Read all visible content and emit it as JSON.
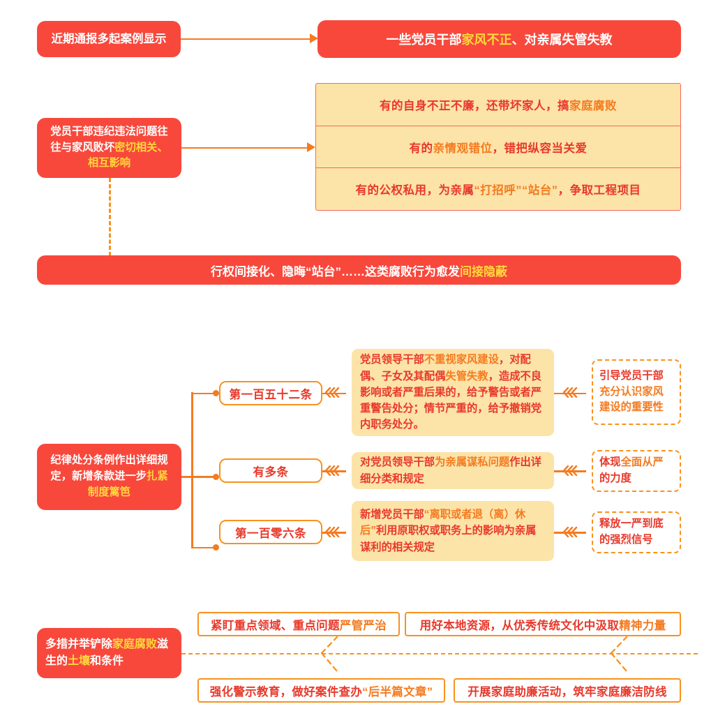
{
  "theme": {
    "red": "#F8483C",
    "orange": "#F47B20",
    "orange_border": "#F8921E",
    "tan": "#FCE3A8",
    "text_red": "#E8392B",
    "yellow": "#FFD83B",
    "white": "#FFFFFF"
  },
  "section1": {
    "source_box": "近期通报多起案例显示",
    "headline": {
      "pre": "一些党员干部",
      "hl": "家风不正",
      "post": "、对亲属失管失教"
    },
    "cause_box": {
      "pre": "党员干部违纪违法问题往往与家风败坏",
      "hl": "密切相关、相互影响"
    },
    "examples": [
      {
        "pre": "有的自身不正不廉，还带坏家人，搞",
        "hl": "家庭腐败",
        "post": ""
      },
      {
        "pre": "有的",
        "hl": "亲情观错位",
        "post": "，错把纵容当关爱"
      },
      {
        "pre": "有的公权私用，为亲属",
        "hl": "“打招呼”“站台”",
        "post": "，争取工程项目"
      }
    ],
    "banner": {
      "pre": "行权间接化、隐晦“站台”……这类腐败行为愈发",
      "hl": "间接隐蔽"
    }
  },
  "section2": {
    "anchor_box": {
      "pre": "纪律处分条例作出详细规定，新增条款进一步",
      "hl": "扎紧制度篱笆"
    },
    "rows": [
      {
        "article": "第一百五十二条",
        "detail_parts": [
          {
            "t": "党员领导干部",
            "c": "red"
          },
          {
            "t": "不重视家风建设",
            "c": "orange"
          },
          {
            "t": "，对配偶、子女及其配偶",
            "c": "red"
          },
          {
            "t": "失管失教",
            "c": "orange"
          },
          {
            "t": "，造成不良影响或者严重后果的，给予警告或者严重警告处分；情节严重的，给予撤销党内职务处分。",
            "c": "red"
          }
        ],
        "outcome_parts": [
          {
            "t": "引导党员干部",
            "c": "red"
          },
          {
            "t": "充分认识家风",
            "c": "orange"
          },
          {
            "t": "建设的重要性",
            "c": "orange"
          }
        ]
      },
      {
        "article": "有多条",
        "detail_parts": [
          {
            "t": "对党员领导干部",
            "c": "red"
          },
          {
            "t": "为亲属谋私问题",
            "c": "orange"
          },
          {
            "t": "作出详细分类和规定",
            "c": "red"
          }
        ],
        "outcome_parts": [
          {
            "t": "体现",
            "c": "red"
          },
          {
            "t": "全面从严",
            "c": "orange"
          },
          {
            "t": "的力度",
            "c": "red"
          }
        ]
      },
      {
        "article": "第一百零六条",
        "detail_parts": [
          {
            "t": "新增党员干部",
            "c": "red"
          },
          {
            "t": "“离职或者退（离）休后”",
            "c": "orange"
          },
          {
            "t": "利用原职权或职务上的影响为亲属谋利的相关规定",
            "c": "red"
          }
        ],
        "outcome_parts": [
          {
            "t": "释放一严到底",
            "c": "red"
          },
          {
            "t": "的强烈信号",
            "c": "red"
          }
        ]
      }
    ]
  },
  "section3": {
    "anchor_box": {
      "p1": "多措并举铲除",
      "h1": "家庭腐败",
      "p2": "滋生的",
      "h2": "土壤",
      "p3": "和条件"
    },
    "measures": [
      {
        "pre": "紧盯重点领域、重点问题",
        "hl": "严管严治",
        "post": ""
      },
      {
        "pre": "用好本地资源，从优秀传统文化中汲取",
        "hl": "精神力量",
        "post": ""
      },
      {
        "pre": "强化警示教育，做好案件查办",
        "hl": "“后半篇文章”",
        "post": ""
      },
      {
        "pre": "开展家庭助廉活动，筑牢家庭廉洁防线",
        "hl": "",
        "post": ""
      }
    ]
  }
}
